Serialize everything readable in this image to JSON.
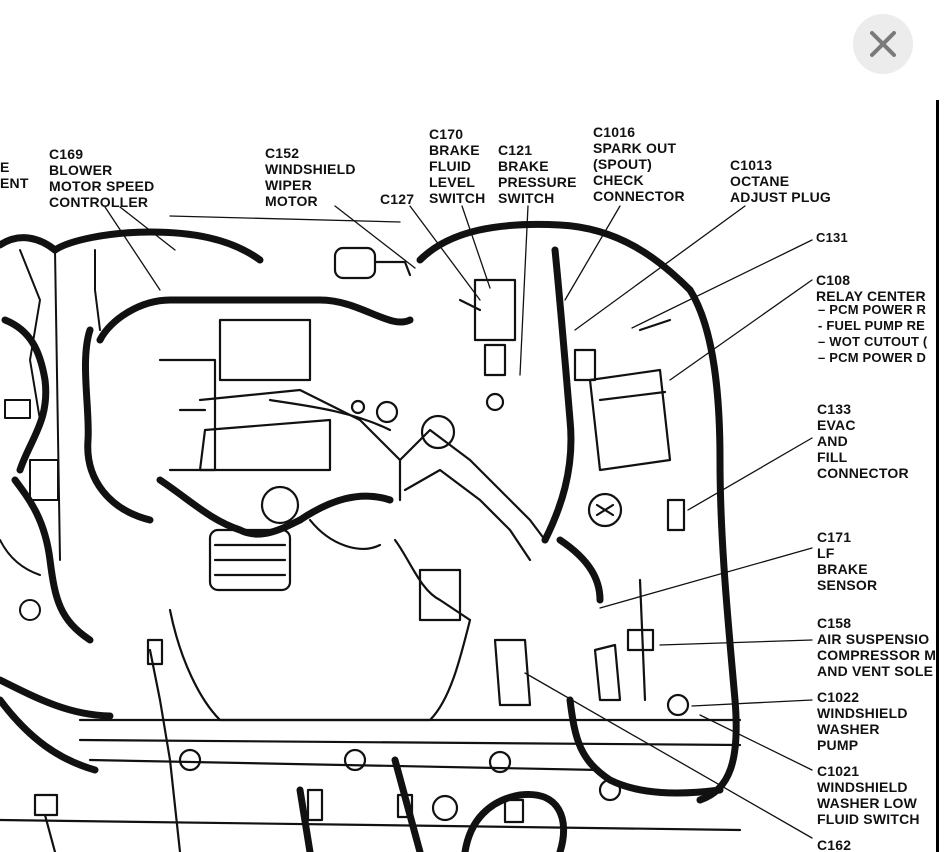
{
  "colors": {
    "ink": "#111111",
    "background": "#ffffff",
    "close_button_bg": "#ececec",
    "close_glyph": "#7a7a7a"
  },
  "close_button": {
    "icon": "close-icon"
  },
  "labels": {
    "edge_left": "E\nENT",
    "c169": "C169\nBLOWER\nMOTOR SPEED\nCONTROLLER",
    "c152": "C152\nWINDSHIELD\nWIPER\nMOTOR",
    "c127": "C127",
    "c170": "C170\nBRAKE\nFLUID\nLEVEL\nSWITCH",
    "c121": "C121\nBRAKE\nPRESSURE\nSWITCH",
    "c1016": "C1016\nSPARK OUT\n(SPOUT)\nCHECK\nCONNECTOR",
    "c1013": "C1013\nOCTANE\nADJUST PLUG",
    "c131": "C131",
    "c108": "C108\nRELAY CENTER",
    "c108_items": [
      "– PCM POWER R",
      "- FUEL PUMP RE",
      "– WOT CUTOUT (",
      "– PCM POWER D"
    ],
    "c133": "C133\nEVAC\nAND\nFILL\nCONNECTOR",
    "c171": "C171\nLF\nBRAKE\nSENSOR",
    "c158": "C158\nAIR SUSPENSIO\nCOMPRESSOR M\nAND VENT SOLE",
    "c1022": "C1022\nWINDSHIELD\nWASHER\nPUMP",
    "c1021": "C1021\nWINDSHIELD\nWASHER LOW\nFLUID SWITCH",
    "c162": "C162"
  }
}
